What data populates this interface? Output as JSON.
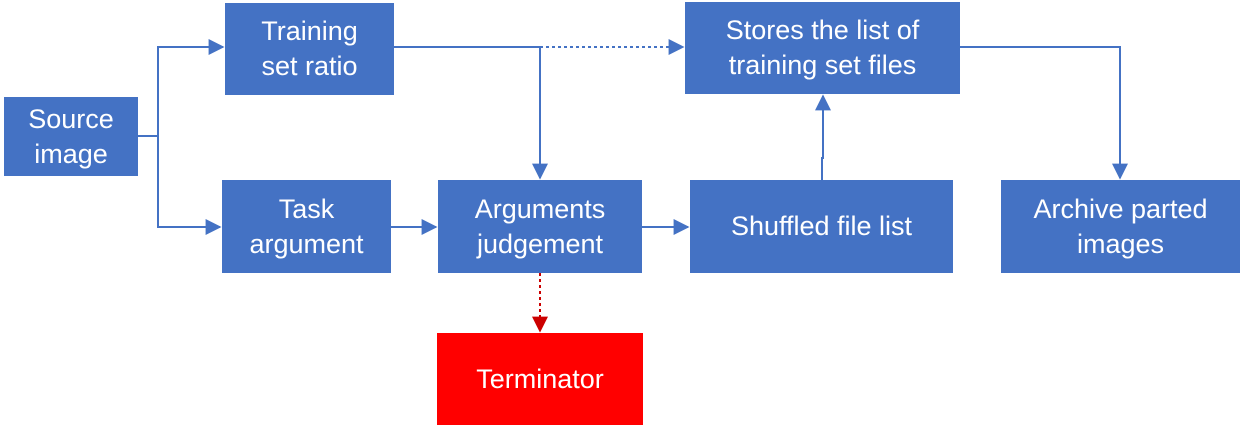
{
  "colors": {
    "node_fill": "#4472c4",
    "node_text": "#ffffff",
    "connector": "#4472c4",
    "terminator_fill": "#ff0000",
    "terminator_connector": "#cc0000"
  },
  "nodes": {
    "source_image": "Source\nimage",
    "training_set_ratio": "Training\nset ratio",
    "task_argument": "Task\nargument",
    "arguments_judgement": "Arguments\njudgement",
    "stores_training_list": "Stores the list of\ntraining set files",
    "shuffled_file_list": "Shuffled file list",
    "archive_parted_images": "Archive parted\nimages",
    "terminator": "Terminator"
  },
  "edges": [
    {
      "from": "source_image",
      "to": "training_set_ratio",
      "style": "solid"
    },
    {
      "from": "source_image",
      "to": "task_argument",
      "style": "solid"
    },
    {
      "from": "training_set_ratio",
      "to": "arguments_judgement",
      "style": "solid"
    },
    {
      "from": "training_set_ratio",
      "to": "stores_training_list",
      "style": "dotted"
    },
    {
      "from": "task_argument",
      "to": "arguments_judgement",
      "style": "solid"
    },
    {
      "from": "arguments_judgement",
      "to": "shuffled_file_list",
      "style": "solid"
    },
    {
      "from": "arguments_judgement",
      "to": "terminator",
      "style": "dotted"
    },
    {
      "from": "shuffled_file_list",
      "to": "stores_training_list",
      "style": "solid"
    },
    {
      "from": "stores_training_list",
      "to": "archive_parted_images",
      "style": "solid"
    }
  ]
}
